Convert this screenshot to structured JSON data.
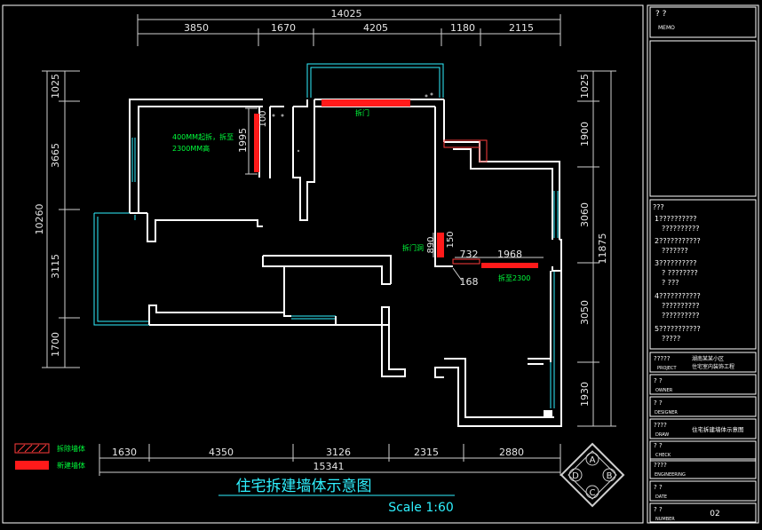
{
  "dimensions": {
    "top_total": "14025",
    "top_segments": [
      "3850",
      "1670",
      "4205",
      "1180",
      "2115"
    ],
    "left_segments": [
      "1025",
      "3665",
      "3115",
      "1700"
    ],
    "left_total": "10260",
    "right_segments": [
      "1025",
      "1900",
      "3060",
      "3050",
      "1930"
    ],
    "right_total": "11875",
    "bottom_segments": [
      "1630",
      "4350",
      "3126",
      "2315",
      "2880"
    ],
    "bottom_total": "15341",
    "inner": {
      "d1995": "1995",
      "d100": "100",
      "d890": "890",
      "d150": "150",
      "d732": "732",
      "d1968": "1968",
      "d168": "168"
    }
  },
  "annotations": {
    "note_line1": "400MM起拆，拆至",
    "note_line2": "2300MM高",
    "remove_door": "拆门",
    "remove_door_frame": "拆门洞",
    "remove_to_2300": "拆至2300"
  },
  "legend": {
    "demolish_label": "拆除墙体",
    "new_label": "新建墙体"
  },
  "drawing_title": "住宅拆建墙体示意图",
  "scale": "Scale 1:60",
  "compass": {
    "a": "A",
    "b": "B",
    "c": "C",
    "d": "D"
  },
  "title_block": {
    "memo_header": "?  ?",
    "memo_sub": "MEMO",
    "notes_header": "???",
    "notes": [
      [
        "1??????????",
        "??????????"
      ],
      [
        "2???????????",
        "???????"
      ],
      [
        "3??????????",
        "? ????????",
        "? ???"
      ],
      [
        "4???????????",
        "??????????",
        "??????????"
      ],
      [
        "5???????????",
        "?????"
      ]
    ],
    "project_q": "?????",
    "project_label": "PROJECT",
    "project_line1": "湖南某某小区",
    "project_line2": "住宅室内装饰工程",
    "owner_q": "?  ?",
    "owner_label": "OWNER",
    "designer_q": "?  ?",
    "designer_label": "DESIGNER",
    "draw_q": "????",
    "draw_label": "DRAW",
    "draw_value": "住宅拆建墙体示意图",
    "check_q": "?  ?",
    "check_label": "CHECK",
    "eng_q": "????",
    "eng_label": "ENGINEERING",
    "date_q": "?  ?",
    "date_label": "DATE",
    "number_q": "?  ?",
    "number_label": "NUMBER",
    "number_value": "02"
  },
  "colors": {
    "wall": "#ffffff",
    "window": "#2ff1ff",
    "demolish": "#ff0000",
    "dimension": "#e6e6e6",
    "annotation": "#00ff3c"
  }
}
